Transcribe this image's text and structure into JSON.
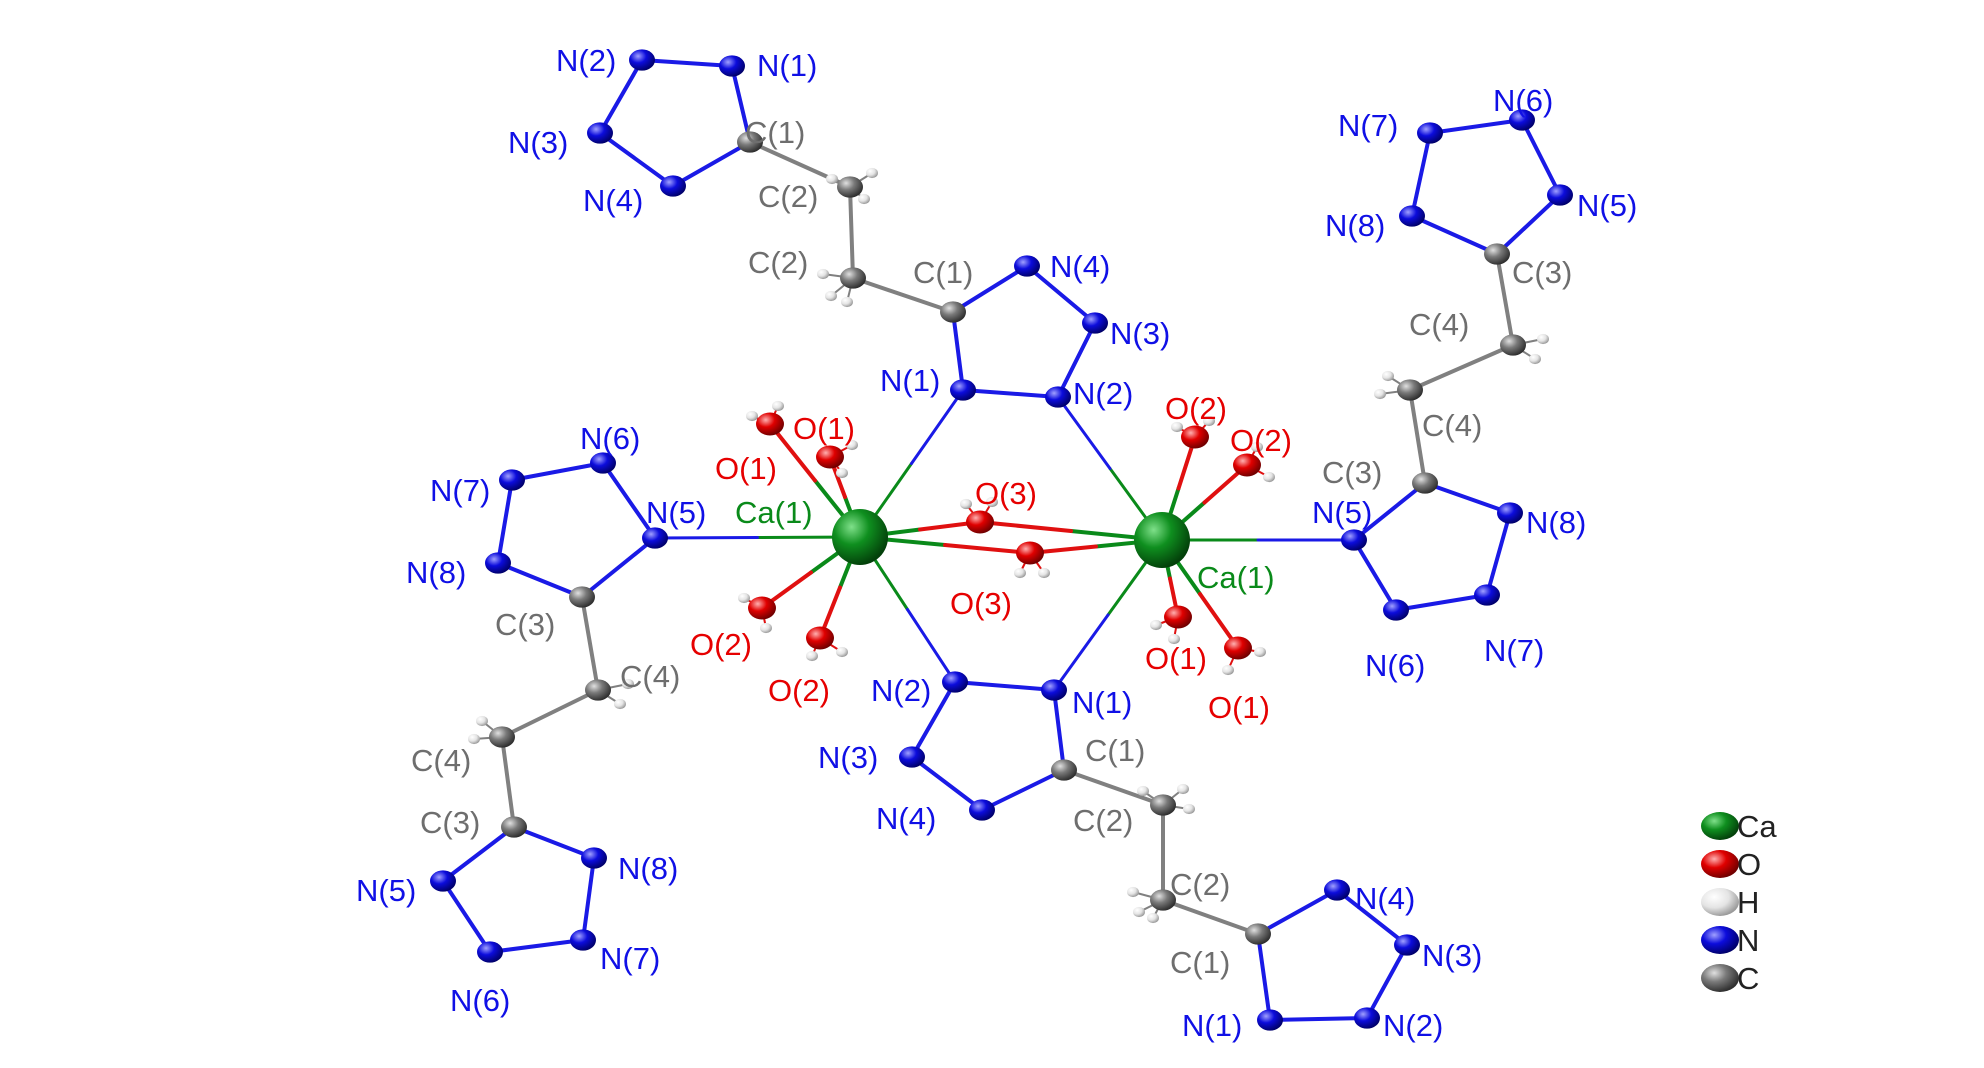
{
  "colors": {
    "Ca": "#0a8a1a",
    "O": "#e60000",
    "H": "#d8d8d8",
    "N": "#1010e6",
    "C": "#6e6e6e",
    "bond_N": "#1a1ae6",
    "bond_C": "#808080",
    "bond_O": "#e01010",
    "bond_Ca": "#0a8a1a"
  },
  "legend": [
    {
      "element": "Ca",
      "label": "Ca"
    },
    {
      "element": "O",
      "label": "O"
    },
    {
      "element": "H",
      "label": "H"
    },
    {
      "element": "N",
      "label": "N"
    },
    {
      "element": "C",
      "label": "C"
    }
  ],
  "atoms": [
    {
      "id": "ca_l",
      "el": "Ca",
      "label": "Ca(1)"
    },
    {
      "id": "ca_r",
      "el": "Ca",
      "label": "Ca(1)"
    },
    {
      "id": "tc_n1",
      "el": "N",
      "label": "N(1)"
    },
    {
      "id": "tc_n2",
      "el": "N",
      "label": "N(2)"
    },
    {
      "id": "tc_n3",
      "el": "N",
      "label": "N(3)"
    },
    {
      "id": "tc_n4",
      "el": "N",
      "label": "N(4)"
    },
    {
      "id": "tc_c1",
      "el": "C",
      "label": "C(1)"
    },
    {
      "id": "tc_c2",
      "el": "C",
      "label": "C(2)"
    },
    {
      "id": "tl_n1",
      "el": "N",
      "label": "N(1)"
    },
    {
      "id": "tl_n2",
      "el": "N",
      "label": "N(2)"
    },
    {
      "id": "tl_n3",
      "el": "N",
      "label": "N(3)"
    },
    {
      "id": "tl_n4",
      "el": "N",
      "label": "N(4)"
    },
    {
      "id": "tl_c1",
      "el": "C",
      "label": "C(1)"
    },
    {
      "id": "tl_c2",
      "el": "C",
      "label": "C(2)"
    },
    {
      "id": "bc_n1",
      "el": "N",
      "label": "N(1)"
    },
    {
      "id": "bc_n2",
      "el": "N",
      "label": "N(2)"
    },
    {
      "id": "bc_n3",
      "el": "N",
      "label": "N(3)"
    },
    {
      "id": "bc_n4",
      "el": "N",
      "label": "N(4)"
    },
    {
      "id": "bc_c1",
      "el": "C",
      "label": "C(1)"
    },
    {
      "id": "bc_c2",
      "el": "C",
      "label": "C(2)"
    },
    {
      "id": "br_n1",
      "el": "N",
      "label": "N(1)"
    },
    {
      "id": "br_n2",
      "el": "N",
      "label": "N(2)"
    },
    {
      "id": "br_n3",
      "el": "N",
      "label": "N(3)"
    },
    {
      "id": "br_n4",
      "el": "N",
      "label": "N(4)"
    },
    {
      "id": "br_c1",
      "el": "C",
      "label": "C(1)"
    },
    {
      "id": "br_c2",
      "el": "C",
      "label": "C(2)"
    },
    {
      "id": "lm_n5",
      "el": "N",
      "label": "N(5)"
    },
    {
      "id": "lm_n6",
      "el": "N",
      "label": "N(6)"
    },
    {
      "id": "lm_n7",
      "el": "N",
      "label": "N(7)"
    },
    {
      "id": "lm_n8",
      "el": "N",
      "label": "N(8)"
    },
    {
      "id": "lm_c3",
      "el": "C",
      "label": "C(3)"
    },
    {
      "id": "lm_c4",
      "el": "C",
      "label": "C(4)"
    },
    {
      "id": "lb_n5",
      "el": "N",
      "label": "N(5)"
    },
    {
      "id": "lb_n6",
      "el": "N",
      "label": "N(6)"
    },
    {
      "id": "lb_n7",
      "el": "N",
      "label": "N(7)"
    },
    {
      "id": "lb_n8",
      "el": "N",
      "label": "N(8)"
    },
    {
      "id": "lb_c3",
      "el": "C",
      "label": "C(3)"
    },
    {
      "id": "lb_c4",
      "el": "C",
      "label": "C(4)"
    },
    {
      "id": "rm_n5",
      "el": "N",
      "label": "N(5)"
    },
    {
      "id": "rm_n6",
      "el": "N",
      "label": "N(6)"
    },
    {
      "id": "rm_n7",
      "el": "N",
      "label": "N(7)"
    },
    {
      "id": "rm_n8",
      "el": "N",
      "label": "N(8)"
    },
    {
      "id": "rm_c3",
      "el": "C",
      "label": "C(3)"
    },
    {
      "id": "rm_c4",
      "el": "C",
      "label": "C(4)"
    },
    {
      "id": "rt_n5",
      "el": "N",
      "label": "N(5)"
    },
    {
      "id": "rt_n6",
      "el": "N",
      "label": "N(6)"
    },
    {
      "id": "rt_n7",
      "el": "N",
      "label": "N(7)"
    },
    {
      "id": "rt_n8",
      "el": "N",
      "label": "N(8)"
    },
    {
      "id": "rt_c3",
      "el": "C",
      "label": "C(3)"
    },
    {
      "id": "rt_c4",
      "el": "C",
      "label": "C(4)"
    },
    {
      "id": "o1a_l",
      "el": "O",
      "label": "O(1)"
    },
    {
      "id": "o1b_l",
      "el": "O",
      "label": "O(1)"
    },
    {
      "id": "o2a_l",
      "el": "O",
      "label": "O(2)"
    },
    {
      "id": "o2b_l",
      "el": "O",
      "label": "O(2)"
    },
    {
      "id": "o3a",
      "el": "O",
      "label": "O(3)"
    },
    {
      "id": "o3b",
      "el": "O",
      "label": "O(3)"
    },
    {
      "id": "o2a_r",
      "el": "O",
      "label": "O(2)"
    },
    {
      "id": "o2b_r",
      "el": "O",
      "label": "O(2)"
    },
    {
      "id": "o1a_r",
      "el": "O",
      "label": "O(1)"
    },
    {
      "id": "o1b_r",
      "el": "O",
      "label": "O(1)"
    }
  ]
}
